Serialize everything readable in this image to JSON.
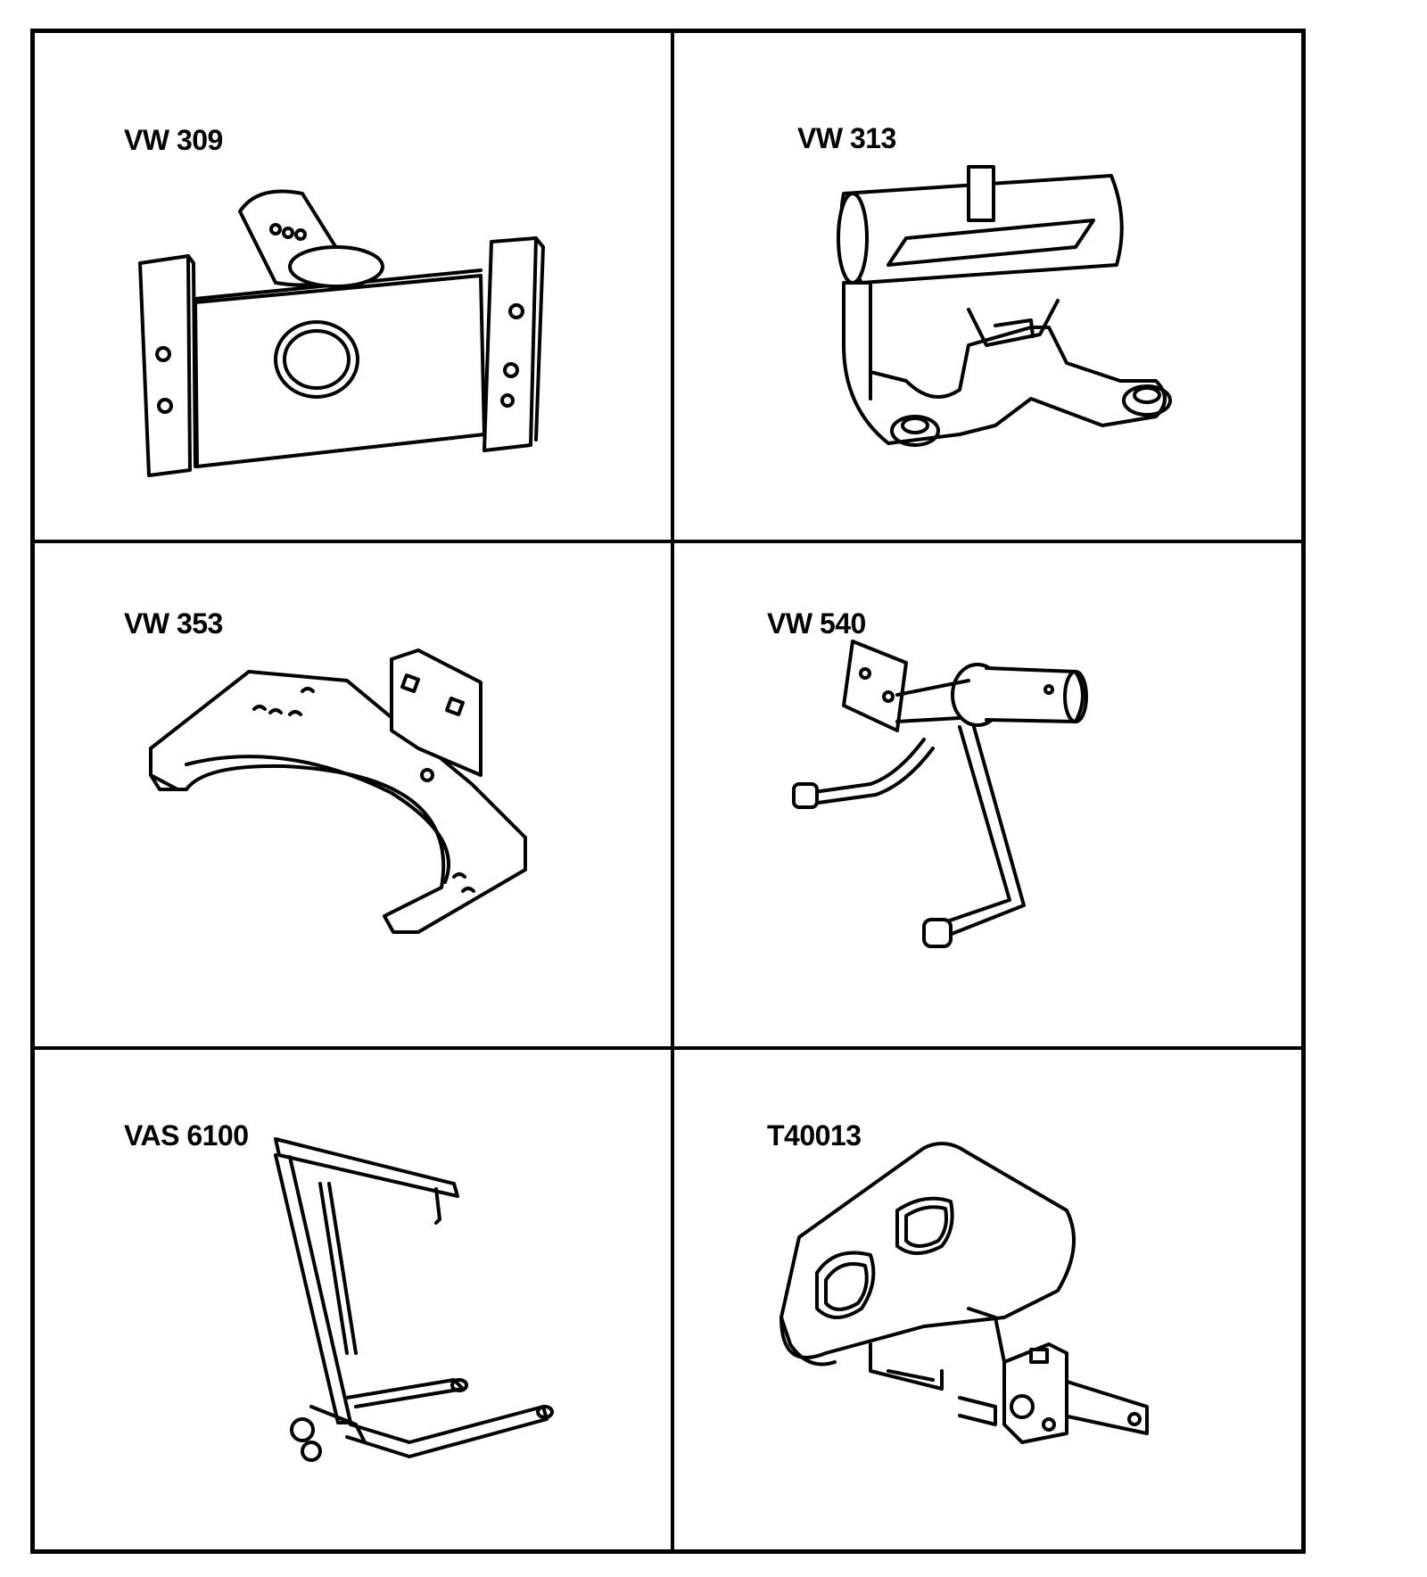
{
  "tools": [
    {
      "id": "VW 309",
      "label": "VW 309",
      "icon": "engine-support-bracket-icon"
    },
    {
      "id": "VW 313",
      "label": "VW 313",
      "icon": "engine-mount-block-icon"
    },
    {
      "id": "VW 353",
      "label": "VW 353",
      "icon": "semicircular-adapter-plate-icon"
    },
    {
      "id": "VW 540",
      "label": "VW 540",
      "icon": "bent-arm-holder-icon"
    },
    {
      "id": "VAS 6100",
      "label": "VAS 6100",
      "icon": "workshop-crane-icon"
    },
    {
      "id": "T40013",
      "label": "T40013",
      "icon": "camshaft-locking-plate-icon"
    }
  ],
  "colors": {
    "line": "#000000",
    "background": "#ffffff"
  }
}
